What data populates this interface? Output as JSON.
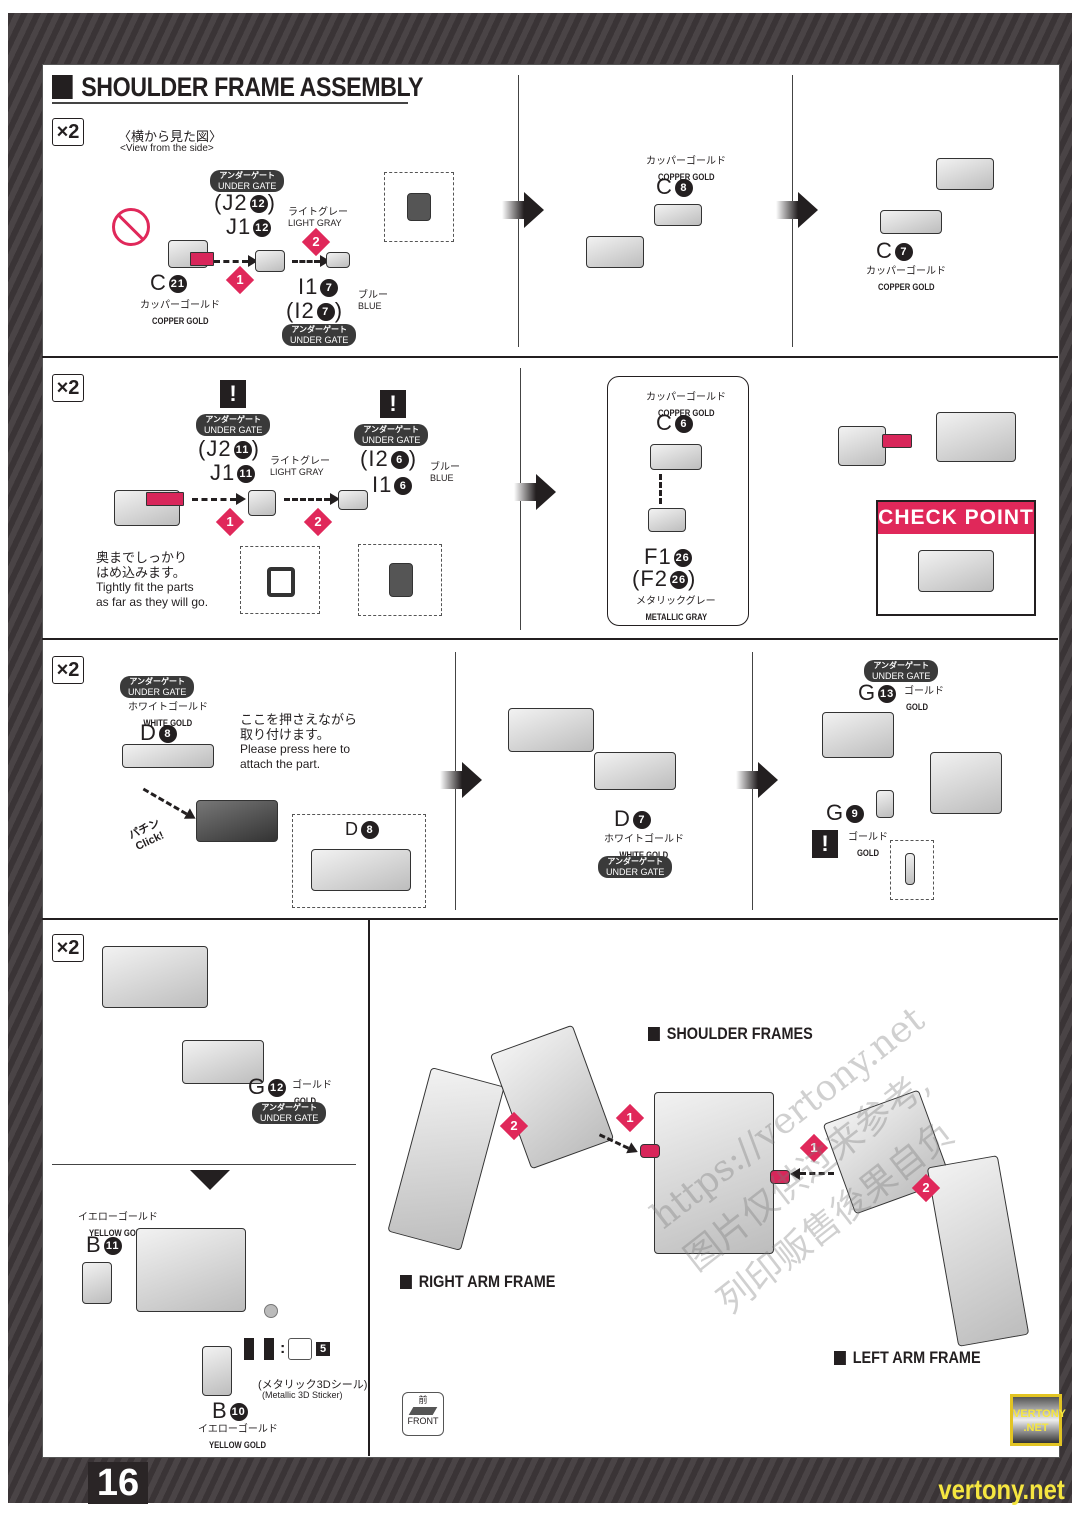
{
  "page": {
    "title": "SHOULDER FRAME ASSEMBLY",
    "page_number": "16",
    "footer_site": "vertony.net",
    "logo_line1": "VERTONY",
    "logo_line2": ".NET",
    "watermark_line1": "https://vertony.net",
    "watermark_line2": "图片仅供过来参考,",
    "watermark_line3": "列印贩售後果自负"
  },
  "colors": {
    "accent": "#e0285a",
    "dark": "#231f20",
    "frame": "#3f393b",
    "footer_text": "#f5e640"
  },
  "common": {
    "multiplier": "×2",
    "under_gate_jp": "アンダーゲート",
    "under_gate_en": "UNDER GATE",
    "warning_icon": "!"
  },
  "step1": {
    "view_jp": "〈横から見た図〉",
    "view_en": "<View from the side>",
    "part_j2": "(J2",
    "part_j2_num": "12",
    "part_j2_close": ")",
    "part_j1": "J1",
    "part_j1_num": "12",
    "light_gray_jp": "ライトグレー",
    "light_gray_en": "LIGHT GRAY",
    "part_c": "C",
    "part_c_num": "21",
    "copper_jp": "カッパーゴールド",
    "copper_en": "COPPER GOLD",
    "part_i1": "I1",
    "part_i1_num": "7",
    "part_i2": "(I2",
    "part_i2_num": "7",
    "part_i2_close": ")",
    "blue_jp": "ブルー",
    "blue_en": "BLUE",
    "step_a": "1",
    "step_b": "2",
    "c8": {
      "jp": "カッパーゴールド",
      "en": "COPPER GOLD",
      "part": "C",
      "num": "8"
    },
    "c7": {
      "jp": "カッパーゴールド",
      "en": "COPPER GOLD",
      "part": "C",
      "num": "7"
    }
  },
  "step2": {
    "part_j2": "(J2",
    "part_j2_num": "11",
    "part_j2_close": ")",
    "part_j1": "J1",
    "part_j1_num": "11",
    "light_gray_jp": "ライトグレー",
    "light_gray_en": "LIGHT GRAY",
    "part_i2": "(I2",
    "part_i2_num": "6",
    "part_i2_close": ")",
    "part_i1": "I1",
    "part_i1_num": "6",
    "blue_jp": "ブルー",
    "blue_en": "BLUE",
    "note_jp_1": "奥までしっかり",
    "note_jp_2": "はめ込みます。",
    "note_en_1": "Tightly fit the parts",
    "note_en_2": "as far as they will go.",
    "step_a": "1",
    "step_b": "2",
    "callout": {
      "copper_jp": "カッパーゴールド",
      "copper_en": "COPPER GOLD",
      "part_c": "C",
      "part_c_num": "6",
      "part_f1": "F1",
      "part_f1_num": "26",
      "part_f2": "(F2",
      "part_f2_num": "26",
      "part_f2_close": ")",
      "metal_jp": "メタリックグレー",
      "metal_en": "METALLIC GRAY"
    },
    "check_point": "CHECK POINT"
  },
  "step3": {
    "white_gold_jp": "ホワイトゴールド",
    "white_gold_en": "WHITE GOLD",
    "part_d": "D",
    "part_d_num": "8",
    "press_jp_1": "ここを押さえながら",
    "press_jp_2": "取り付けます。",
    "press_en_1": "Please press here to",
    "press_en_2": "attach the part.",
    "click_jp": "パチン",
    "click_en": "Click!",
    "inset_part": "D",
    "inset_num": "8",
    "d7": {
      "part": "D",
      "num": "7",
      "jp": "ホワイトゴールド",
      "en": "WHITE GOLD"
    },
    "g13": {
      "part": "G",
      "num": "13",
      "jp": "ゴールド",
      "en": "GOLD"
    },
    "g9": {
      "part": "G",
      "num": "9",
      "jp": "ゴールド",
      "en": "GOLD"
    }
  },
  "step4": {
    "g12": {
      "part": "G",
      "num": "12",
      "jp": "ゴールド",
      "en": "GOLD"
    },
    "b11": {
      "part": "B",
      "num": "11",
      "jp": "イエローゴールド",
      "en": "YELLOW GOLD"
    },
    "b10": {
      "part": "B",
      "num": "10",
      "jp": "イエローゴールド",
      "en": "YELLOW GOLD"
    },
    "sticker_num": "5",
    "sticker_jp": "(メタリック3Dシール)",
    "sticker_en": "(Metallic 3D Sticker)"
  },
  "final": {
    "shoulder_frames": "SHOULDER FRAMES",
    "right_arm": "RIGHT ARM FRAME",
    "left_arm": "LEFT ARM FRAME",
    "front_jp": "前",
    "front_en": "FRONT",
    "step_a": "1",
    "step_b": "2"
  }
}
